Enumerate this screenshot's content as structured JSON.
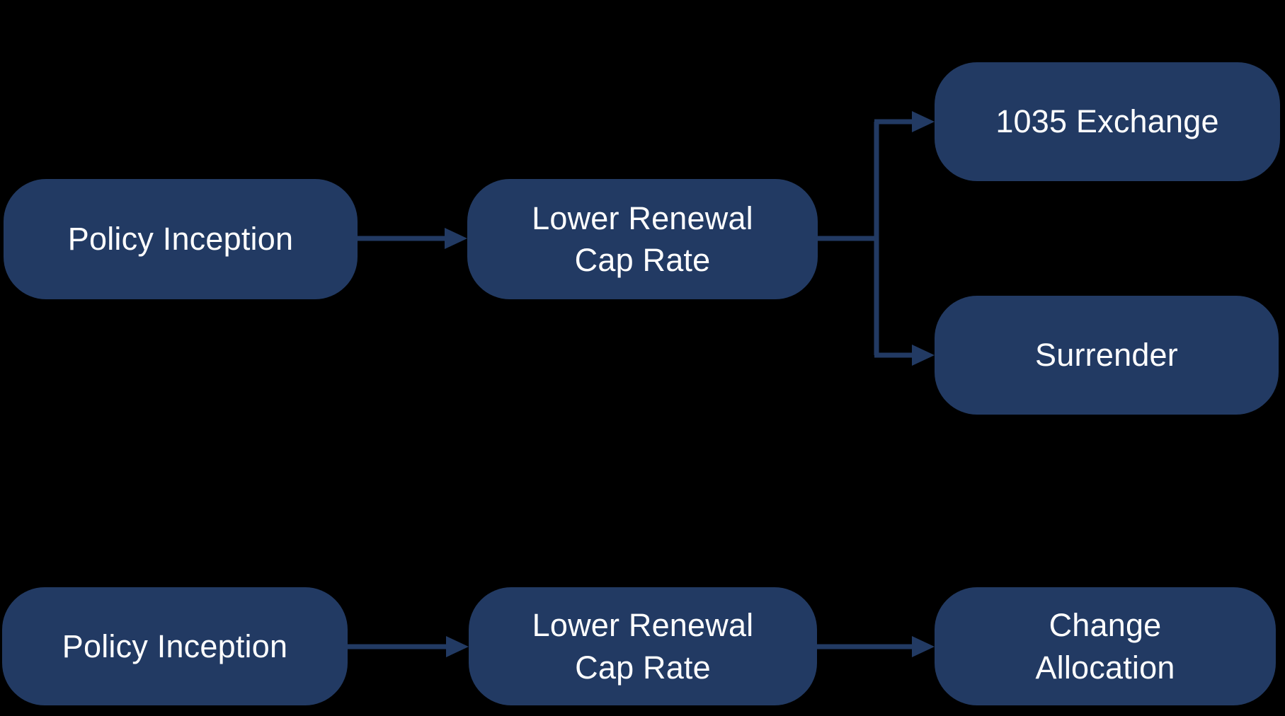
{
  "colors": {
    "background": "#000000",
    "node_fill": "#223a63",
    "node_text": "#ffffff",
    "connector": "#223a63"
  },
  "top": {
    "nodes": [
      {
        "id": "policy-inception",
        "label": "Policy Inception",
        "lines": [
          "Policy Inception"
        ]
      },
      {
        "id": "lower-renewal-cap-rate",
        "label": "Lower Renewal Cap Rate",
        "lines": [
          "Lower Renewal",
          "Cap Rate"
        ]
      },
      {
        "id": "1035-exchange",
        "label": "1035 Exchange",
        "lines": [
          "1035 Exchange"
        ]
      },
      {
        "id": "surrender",
        "label": "Surrender",
        "lines": [
          "Surrender"
        ]
      }
    ],
    "edges": [
      {
        "from": "Policy Inception",
        "to": "Lower Renewal Cap Rate"
      },
      {
        "from": "Lower Renewal Cap Rate",
        "to": "1035 Exchange"
      },
      {
        "from": "Lower Renewal Cap Rate",
        "to": "Surrender"
      }
    ]
  },
  "bottom": {
    "nodes": [
      {
        "id": "policy-inception",
        "label": "Policy Inception",
        "lines": [
          "Policy Inception"
        ]
      },
      {
        "id": "lower-renewal-cap-rate",
        "label": "Lower Renewal Cap Rate",
        "lines": [
          "Lower Renewal",
          "Cap Rate"
        ]
      },
      {
        "id": "change-allocation",
        "label": "Change Allocation",
        "lines": [
          "Change",
          "Allocation"
        ]
      }
    ],
    "edges": [
      {
        "from": "Policy Inception",
        "to": "Lower Renewal Cap Rate"
      },
      {
        "from": "Lower Renewal Cap Rate",
        "to": "Change Allocation"
      }
    ]
  }
}
